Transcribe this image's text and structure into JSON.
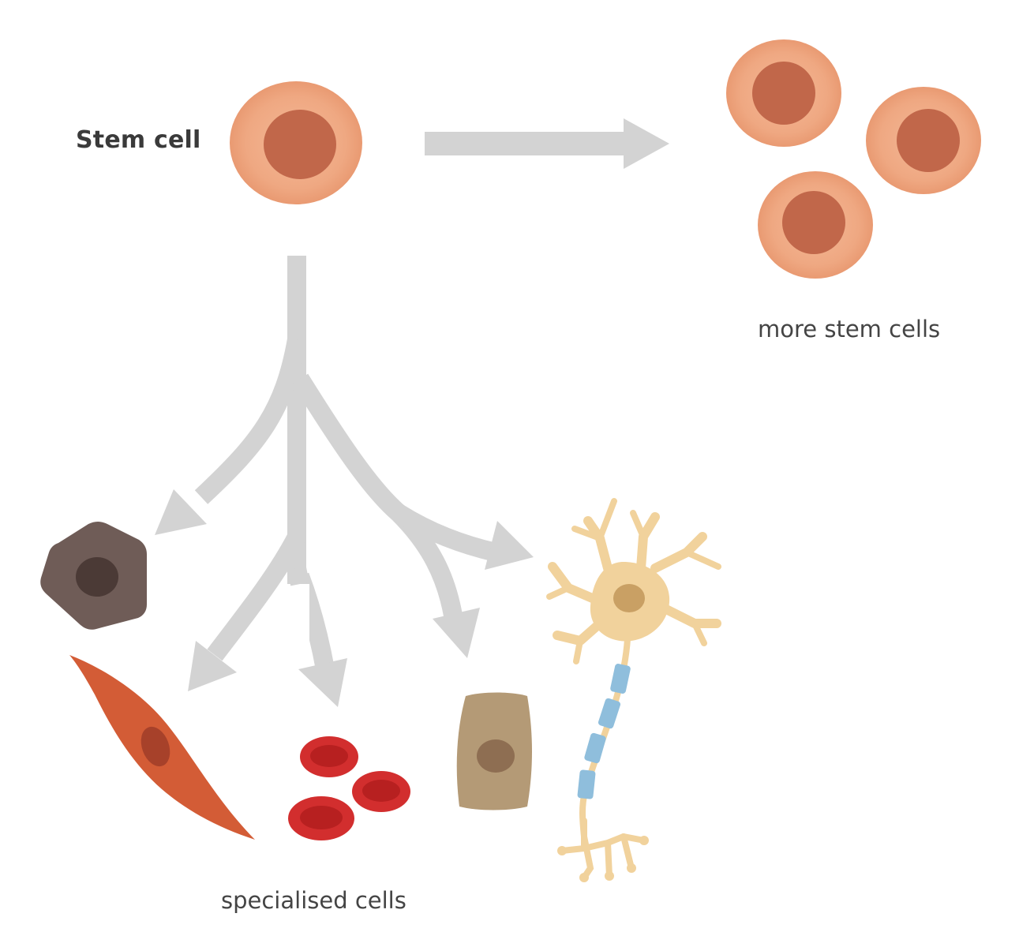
{
  "labels": {
    "stem_cell": "Stem cell",
    "more_stem_cells": "more stem cells",
    "specialised_cells": "specialised cells"
  },
  "colors": {
    "arrow": "#d3d3d3",
    "stem_cell_body": "#efa47c",
    "stem_cell_nucleus": "#c1674a",
    "bone_cell": "#6f5c57",
    "muscle_cell": "#d35c36",
    "red_blood_cell": "#d22e2e",
    "epithelial_cell": "#b49a76",
    "nerve_cell": "#f1d29c",
    "myelin": "#8fbedc",
    "label_text": "#3a3a3a"
  }
}
